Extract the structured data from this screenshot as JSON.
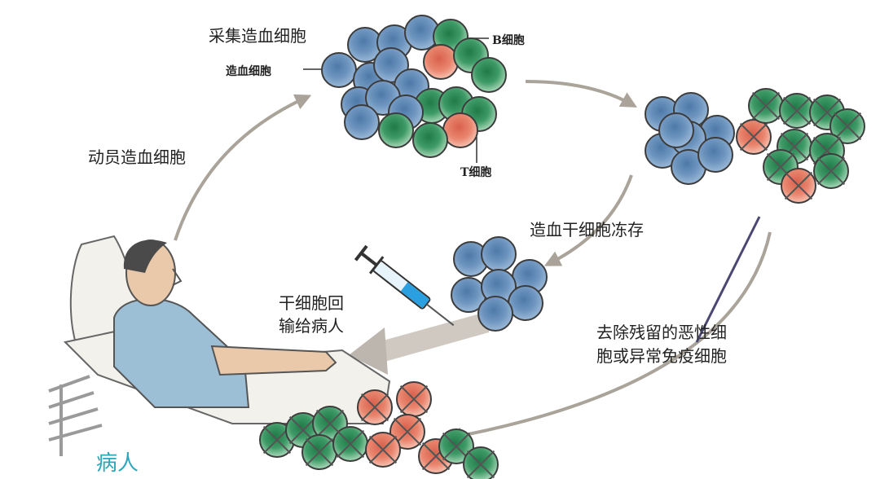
{
  "labels": {
    "collect": "采集造血细胞",
    "hsc": "造血细胞",
    "b_cell": "B细胞",
    "t_cell": "T细胞",
    "mobilize": "动员造血细胞",
    "freeze": "造血干细胞冻存",
    "infuse_line1": "干细胞回",
    "infuse_line2": "输给病人",
    "remove_line1": "去除残留的恶性细",
    "remove_line2": "胞或异常免疫细胞",
    "patient": "病人"
  },
  "colors": {
    "blue_cell": "#7a9fc4",
    "blue_core": "#4d79a8",
    "green_cell": "#5fa97a",
    "green_core": "#1f7a48",
    "red_cell": "#e9927e",
    "red_core": "#d9614c",
    "arrow": "#a9a39a",
    "patient_text": "#2aa7b8",
    "shirt": "#9dbfd6"
  },
  "icons": [
    "syringe-icon",
    "patient-icon",
    "cross-mark-icon"
  ]
}
